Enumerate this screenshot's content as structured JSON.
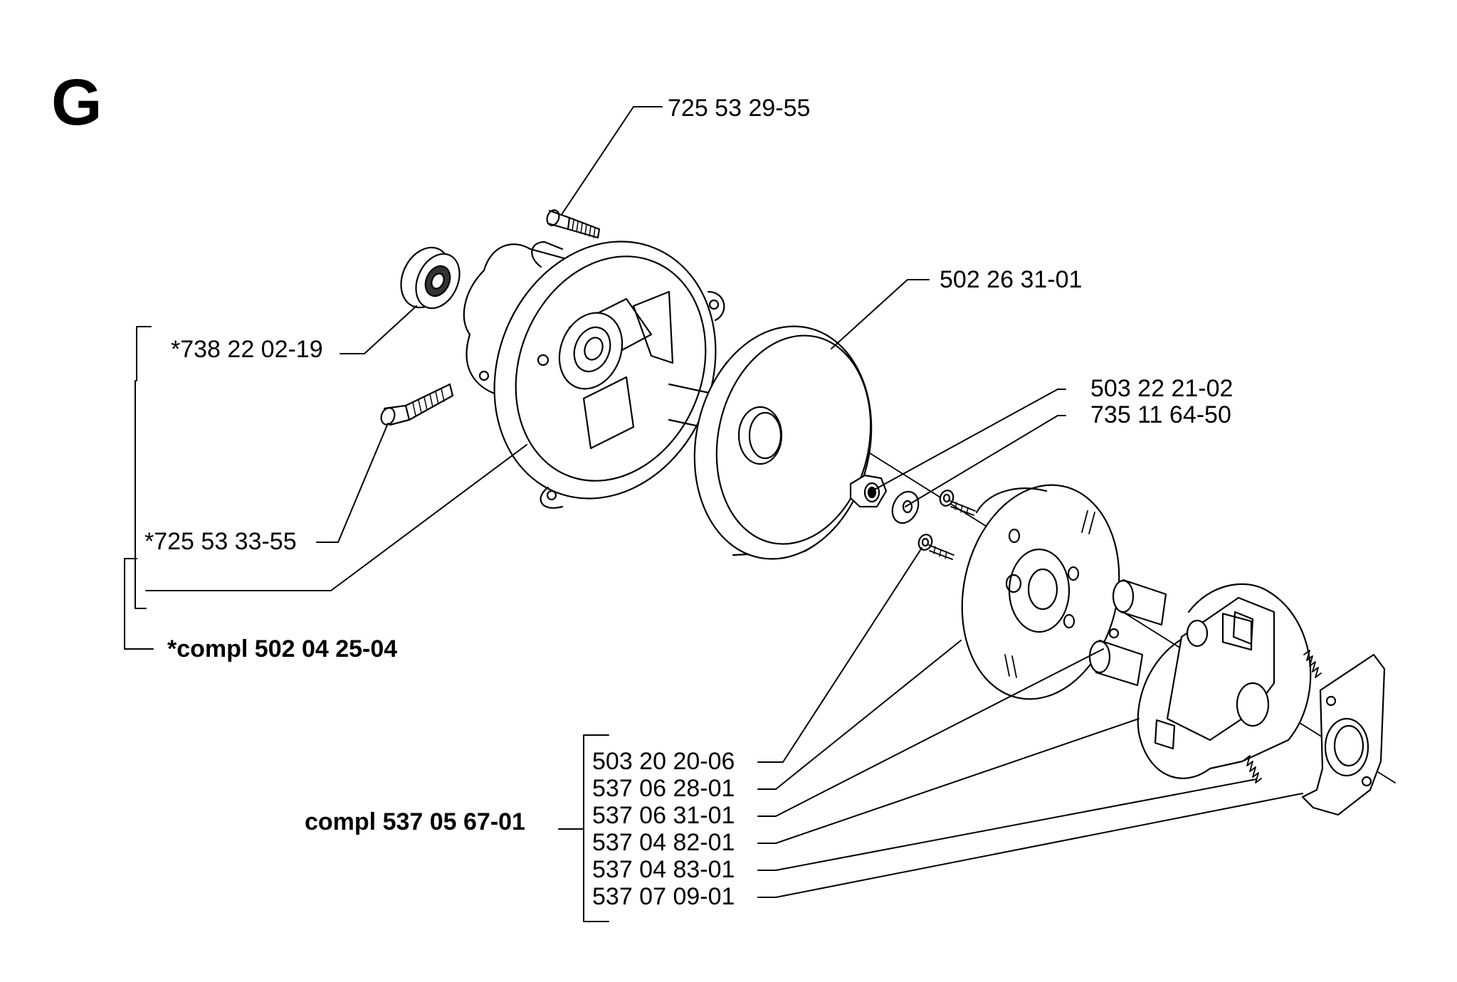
{
  "section_letter": "G",
  "parts": {
    "p1": "725 53 29-55",
    "p2": "502 26 31-01",
    "p3": "*738 22 02-19",
    "p4": "503 22 21-02",
    "p5": "735 11 64-50",
    "p6": "*725 53 33-55",
    "p7": "*compl 502 04 25-04",
    "p8": "compl 537 05 67-01",
    "p9": "503 20 20-06",
    "p10": "537 06 28-01",
    "p11": "537 06 31-01",
    "p12": "537 04 82-01",
    "p13": "537 04 83-01",
    "p14": "537 07 09-01"
  }
}
